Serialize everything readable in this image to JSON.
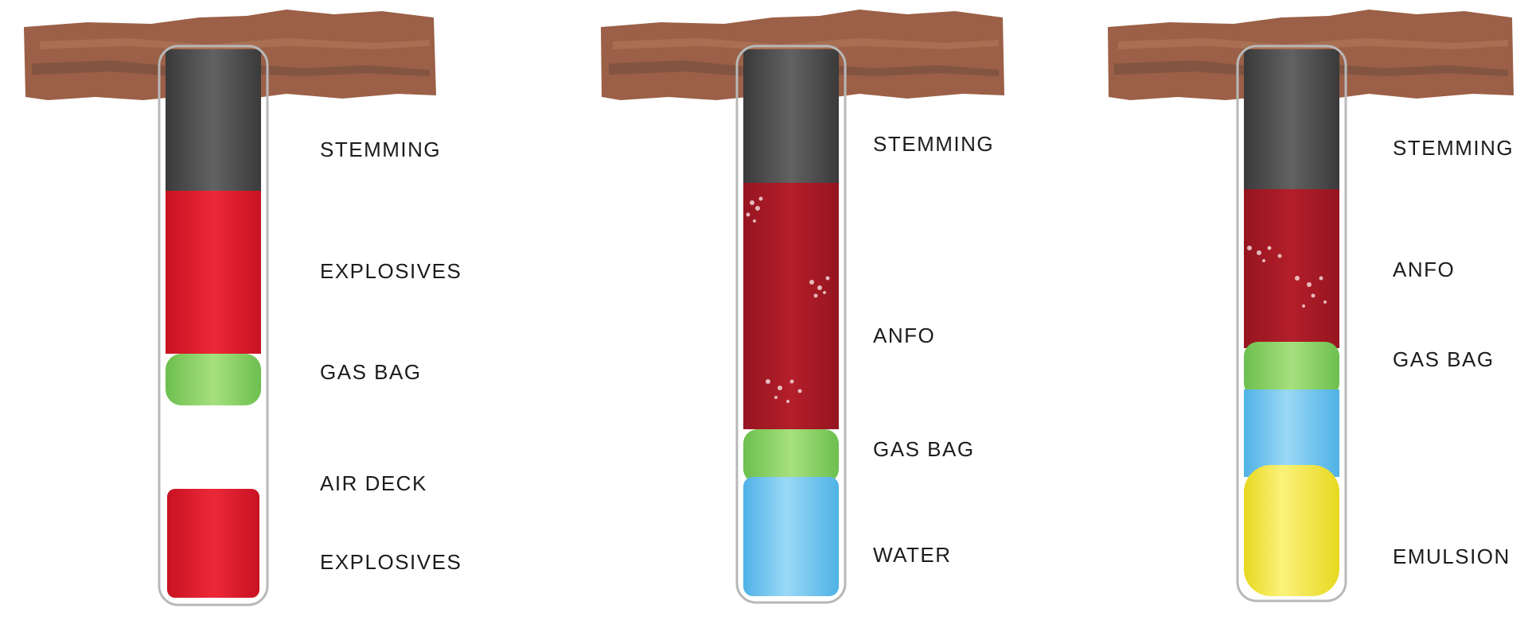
{
  "colors": {
    "ground": "#9b6047",
    "ground_light": "#b07a5c",
    "ground_dark": "#6e4a3c",
    "stemming": "#4a4a4a",
    "stemming_light": "#6a6a6a",
    "explosives": "#e01c2e",
    "anfo": "#a81a24",
    "gas_bag": "#8ed46a",
    "gas_bag_dark": "#5fae45",
    "water": "#6cc4f0",
    "emulsion": "#f4e832",
    "tube_outline": "#b8b8b8"
  },
  "holes": [
    {
      "name": "air-deck-hole",
      "labels": [
        "STEMMING",
        "EXPLOSIVES",
        "GAS BAG",
        "AIR DECK",
        "EXPLOSIVES"
      ]
    },
    {
      "name": "water-hole",
      "labels": [
        "STEMMING",
        "ANFO",
        "GAS BAG",
        "WATER"
      ]
    },
    {
      "name": "emulsion-hole",
      "labels": [
        "STEMMING",
        "ANFO",
        "GAS BAG",
        "EMULSION"
      ]
    }
  ]
}
